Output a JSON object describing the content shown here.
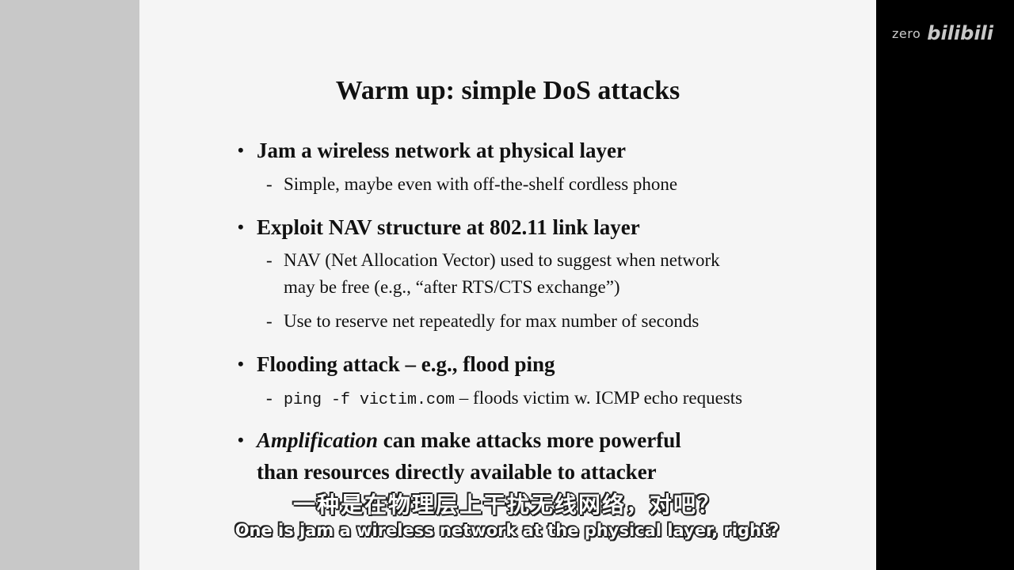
{
  "watermark": {
    "user": "zero",
    "logo": "bilibili"
  },
  "slide": {
    "title": "Warm up: simple DoS attacks",
    "bullets": [
      {
        "text": "Jam a wireless network at physical layer",
        "subs": [
          "Simple, maybe even with off-the-shelf cordless phone"
        ]
      },
      {
        "text": "Exploit NAV structure at 802.11 link layer",
        "subs": [
          "NAV (Net Allocation Vector) used to suggest when network",
          "may be free (e.g., “after RTS/CTS exchange”)",
          "Use to reserve net repeatedly for max number of seconds"
        ]
      },
      {
        "text": "Flooding attack – e.g., flood ping",
        "sub_code": "ping -f victim.com",
        "sub_rest": " – floods victim w. ICMP echo requests"
      },
      {
        "text_italic": "Amplification",
        "text_rest": " can make attacks more powerful",
        "text_line2": "than resources directly available to attacker"
      }
    ]
  },
  "captions": {
    "chinese": "一种是在物理层上干扰无线网络，对吧？",
    "english": "One is jam a wireless network at the physical layer, right?"
  }
}
